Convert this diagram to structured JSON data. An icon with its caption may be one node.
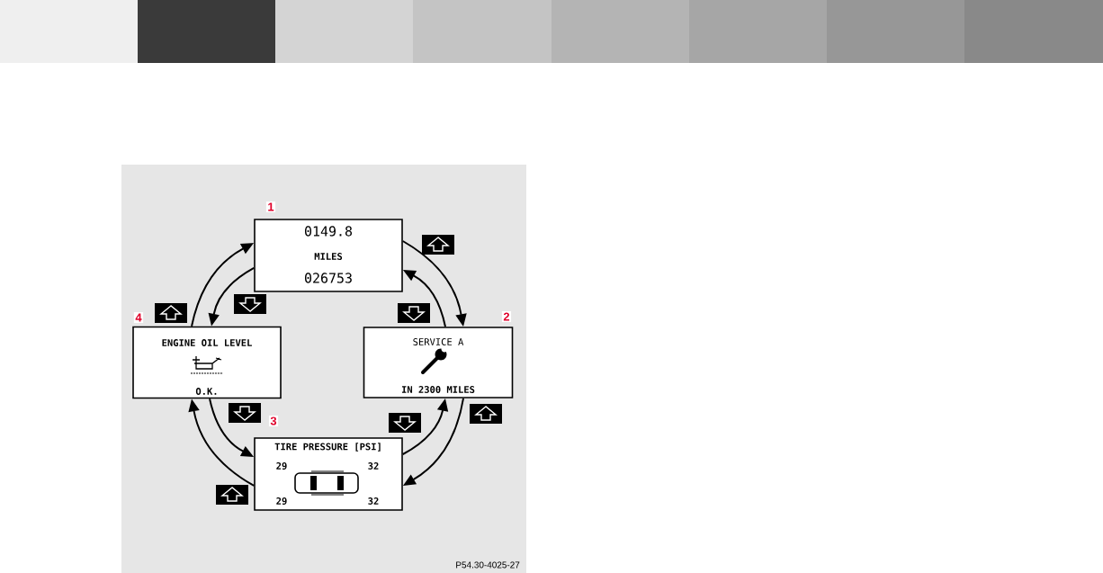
{
  "diagram": {
    "nodes": [
      {
        "text": [
          "0149.8",
          "MILES",
          "026753"
        ],
        "beside": [
          "1"
        ]
      },
      {
        "text": [
          "SERVICE A",
          "IN 2300 MILES"
        ],
        "beside": [
          "2"
        ]
      },
      {
        "text": [
          "TIRE PRESSURE [PSI]",
          "29",
          "32",
          "29",
          "32"
        ],
        "beside": [
          "3"
        ]
      },
      {
        "text": [
          "ENGINE OIL LEVEL",
          "O.K."
        ],
        "beside": [
          "4"
        ]
      }
    ],
    "edges": [
      {
        "from": 0,
        "to": 1,
        "arrow": "to"
      },
      {
        "from": 1,
        "to": 0,
        "arrow": "to"
      },
      {
        "from": 1,
        "to": 2,
        "arrow": "to"
      },
      {
        "from": 2,
        "to": 1,
        "arrow": "to"
      },
      {
        "from": 3,
        "to": 2,
        "arrow": "to"
      },
      {
        "from": 2,
        "to": 3,
        "arrow": "to"
      },
      {
        "from": 3,
        "to": 0,
        "arrow": "to"
      },
      {
        "from": 0,
        "to": 3,
        "arrow": "to"
      }
    ],
    "labels": [
      "P54.30-4025-27"
    ]
  }
}
